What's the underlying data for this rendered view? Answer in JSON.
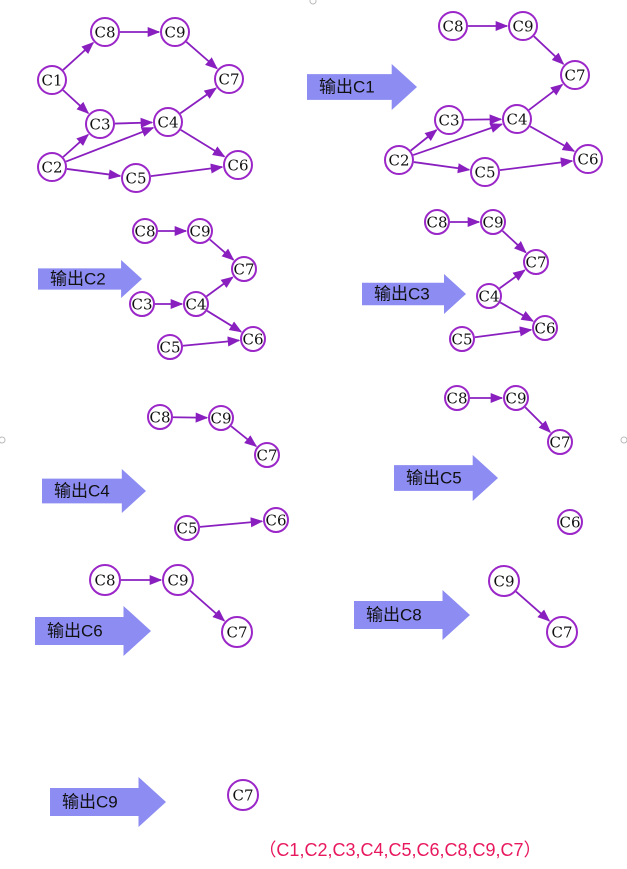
{
  "nodes": {
    "C1": "C1",
    "C2": "C2",
    "C3": "C3",
    "C4": "C4",
    "C5": "C5",
    "C6": "C6",
    "C7": "C7",
    "C8": "C8",
    "C9": "C9"
  },
  "steps": [
    {
      "id": "initial",
      "output_label": "",
      "nodes": [
        "C1",
        "C2",
        "C3",
        "C4",
        "C5",
        "C6",
        "C7",
        "C8",
        "C9"
      ],
      "edges": [
        [
          "C1",
          "C8"
        ],
        [
          "C8",
          "C9"
        ],
        [
          "C9",
          "C7"
        ],
        [
          "C1",
          "C3"
        ],
        [
          "C3",
          "C4"
        ],
        [
          "C2",
          "C3"
        ],
        [
          "C2",
          "C4"
        ],
        [
          "C2",
          "C5"
        ],
        [
          "C4",
          "C7"
        ],
        [
          "C4",
          "C6"
        ],
        [
          "C5",
          "C6"
        ]
      ]
    },
    {
      "id": "after-c1",
      "output_label": "输出C1",
      "nodes": [
        "C2",
        "C3",
        "C4",
        "C5",
        "C6",
        "C7",
        "C8",
        "C9"
      ],
      "edges": [
        [
          "C8",
          "C9"
        ],
        [
          "C9",
          "C7"
        ],
        [
          "C3",
          "C4"
        ],
        [
          "C2",
          "C3"
        ],
        [
          "C2",
          "C4"
        ],
        [
          "C2",
          "C5"
        ],
        [
          "C4",
          "C7"
        ],
        [
          "C4",
          "C6"
        ],
        [
          "C5",
          "C6"
        ]
      ]
    },
    {
      "id": "after-c2",
      "output_label": "输出C2",
      "nodes": [
        "C3",
        "C4",
        "C5",
        "C6",
        "C7",
        "C8",
        "C9"
      ],
      "edges": [
        [
          "C8",
          "C9"
        ],
        [
          "C9",
          "C7"
        ],
        [
          "C3",
          "C4"
        ],
        [
          "C4",
          "C7"
        ],
        [
          "C4",
          "C6"
        ],
        [
          "C5",
          "C6"
        ]
      ]
    },
    {
      "id": "after-c3",
      "output_label": "输出C3",
      "nodes": [
        "C4",
        "C5",
        "C6",
        "C7",
        "C8",
        "C9"
      ],
      "edges": [
        [
          "C8",
          "C9"
        ],
        [
          "C9",
          "C7"
        ],
        [
          "C4",
          "C7"
        ],
        [
          "C4",
          "C6"
        ],
        [
          "C5",
          "C6"
        ]
      ]
    },
    {
      "id": "after-c4",
      "output_label": "输出C4",
      "nodes": [
        "C5",
        "C6",
        "C7",
        "C8",
        "C9"
      ],
      "edges": [
        [
          "C8",
          "C9"
        ],
        [
          "C9",
          "C7"
        ],
        [
          "C5",
          "C6"
        ]
      ]
    },
    {
      "id": "after-c5",
      "output_label": "输出C5",
      "nodes": [
        "C6",
        "C7",
        "C8",
        "C9"
      ],
      "edges": [
        [
          "C8",
          "C9"
        ],
        [
          "C9",
          "C7"
        ]
      ]
    },
    {
      "id": "after-c6",
      "output_label": "输出C6",
      "nodes": [
        "C7",
        "C8",
        "C9"
      ],
      "edges": [
        [
          "C8",
          "C9"
        ],
        [
          "C9",
          "C7"
        ]
      ]
    },
    {
      "id": "after-c8",
      "output_label": "输出C8",
      "nodes": [
        "C7",
        "C9"
      ],
      "edges": [
        [
          "C9",
          "C7"
        ]
      ]
    },
    {
      "id": "after-c9",
      "output_label": "输出C9",
      "nodes": [
        "C7"
      ],
      "edges": []
    }
  ],
  "result": "（C1,C2,C3,C4,C5,C6,C8,C9,C7）",
  "colors": {
    "node_stroke": "#9b27c8",
    "edge": "#8a1fc0",
    "output_arrow": "#8c8cf2",
    "result_text": "#e8185f"
  }
}
